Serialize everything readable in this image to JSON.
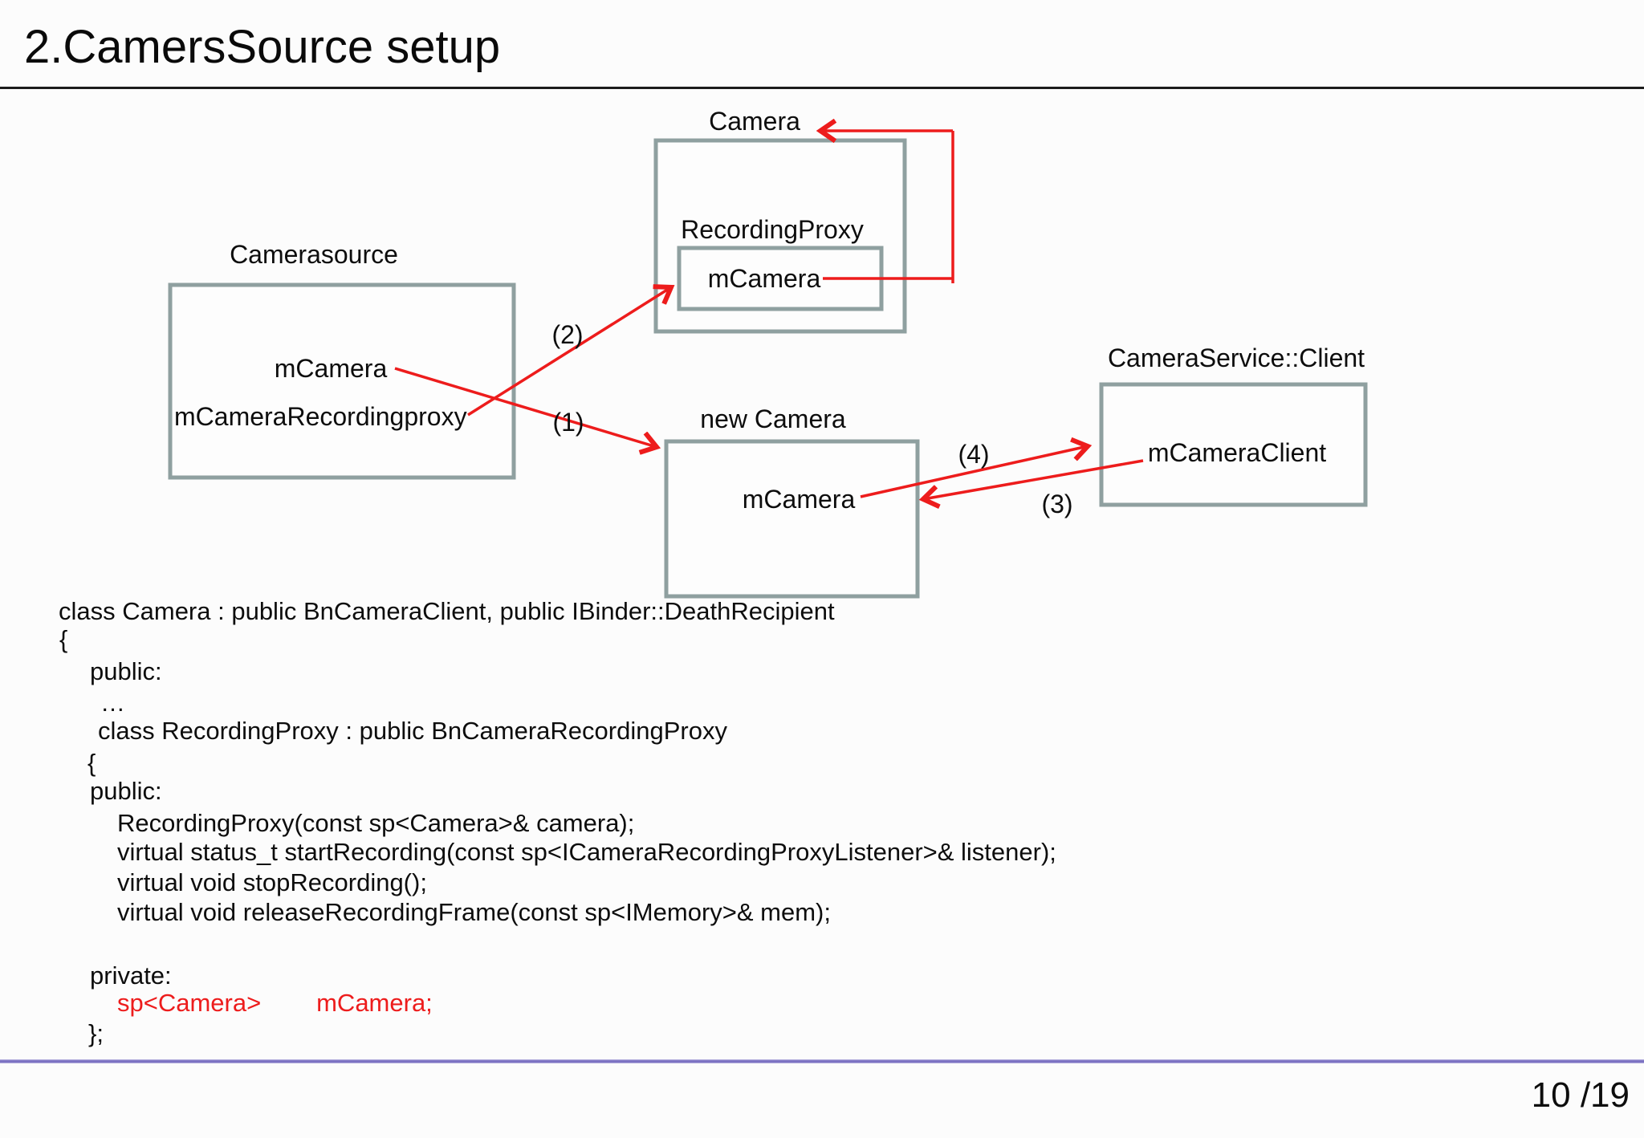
{
  "slide": {
    "title": "2.CamersSource setup",
    "page_number": "10 /19"
  },
  "diagram": {
    "camerasource": {
      "label": "Camerasource",
      "field_mcamera": "mCamera",
      "field_mcamerarecordingproxy": "mCameraRecordingproxy"
    },
    "camera": {
      "label": "Camera",
      "recordingproxy_label": "RecordingProxy",
      "inner_mcamera": "mCamera"
    },
    "new_camera": {
      "label": "new Camera",
      "field_mcamera": "mCamera"
    },
    "cameraservice_client": {
      "label": "CameraService::Client",
      "field_mcameraclient": "mCameraClient"
    },
    "arrow_labels": {
      "a1": "(1)",
      "a2": "(2)",
      "a3": "(3)",
      "a4": "(4)"
    }
  },
  "code": {
    "lines": [
      "class Camera : public BnCameraClient, public IBinder::DeathRecipient",
      "{",
      "public:",
      "…",
      "class RecordingProxy : public BnCameraRecordingProxy",
      "{",
      "public:",
      "RecordingProxy(const sp<Camera>& camera);",
      "virtual status_t startRecording(const sp<ICameraRecordingProxyListener>& listener);",
      "virtual void stopRecording();",
      "virtual void releaseRecordingFrame(const sp<IMemory>& mem);",
      "private:",
      "sp<Camera>        mCamera;",
      "};"
    ]
  },
  "colors": {
    "arrow_red": "#ED1C1C",
    "code_highlight_red": "#ED1C1C",
    "box_border_gray": "#8FA0A0",
    "divider_purple": "#7A70C2",
    "title_rule_black": "#1C1C1C"
  }
}
